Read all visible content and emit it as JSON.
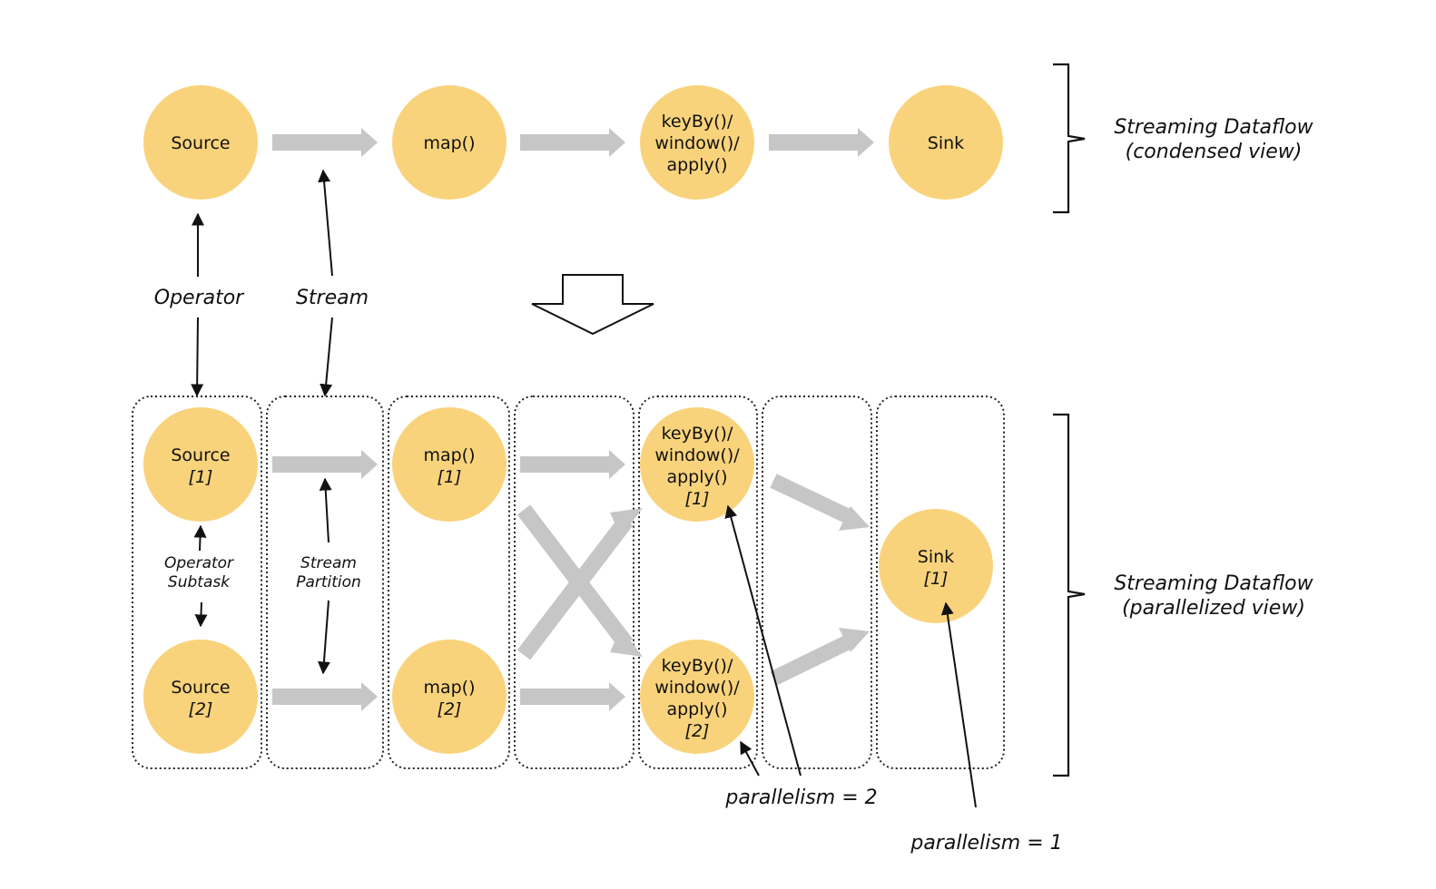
{
  "condensed": {
    "source": "Source",
    "map": "map()",
    "keyby": [
      "keyBy()/",
      "window()/",
      "apply()"
    ],
    "sink": "Sink",
    "side_label": [
      "Streaming Dataflow",
      "(condensed view)"
    ]
  },
  "legend": {
    "operator": "Operator",
    "stream": "Stream",
    "operator_subtask": [
      "Operator",
      "Subtask"
    ],
    "stream_partition": [
      "Stream",
      "Partition"
    ]
  },
  "parallel": {
    "source_1": [
      "Source",
      "[1]"
    ],
    "source_2": [
      "Source",
      "[2]"
    ],
    "map_1": [
      "map()",
      "[1]"
    ],
    "map_2": [
      "map()",
      "[2]"
    ],
    "keyby_1": [
      "keyBy()/",
      "window()/",
      "apply()",
      "[1]"
    ],
    "keyby_2": [
      "keyBy()/",
      "window()/",
      "apply()",
      "[2]"
    ],
    "sink_1": [
      "Sink",
      "[1]"
    ],
    "side_label": [
      "Streaming Dataflow",
      "(parallelized view)"
    ],
    "parallelism_2": "parallelism = 2",
    "parallelism_1": "parallelism = 1"
  },
  "colors": {
    "node_fill": "#f9d37c",
    "flow_arrow": "#c6c6c6",
    "text": "#111111"
  }
}
